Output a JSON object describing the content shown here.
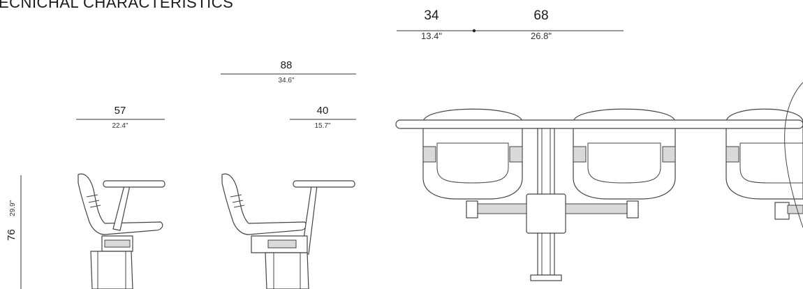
{
  "heading": "ECNICHAL CHARACTERISTICS",
  "dimensions": {
    "top_left": {
      "value": "34",
      "inches": "13.4\""
    },
    "top_right": {
      "value": "68",
      "inches": "26.8\""
    },
    "overall": {
      "value": "88",
      "inches": "34.6\""
    },
    "chair_depth": {
      "value": "57",
      "inches": "22.4\""
    },
    "tablet": {
      "value": "40",
      "inches": "15.7\""
    },
    "height": {
      "value": "76",
      "inches": "29.9\""
    }
  }
}
